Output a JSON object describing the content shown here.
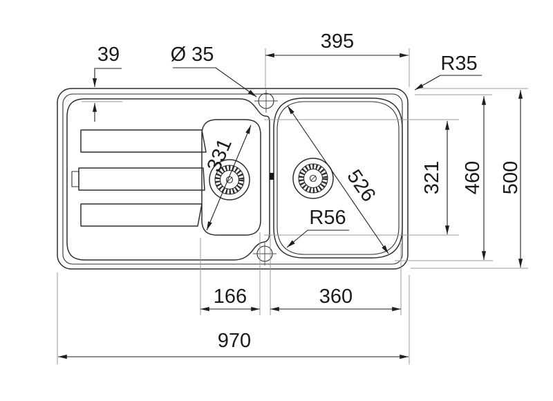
{
  "diagram": {
    "type": "technical-drawing",
    "subject": "Kitchen sink top view - 1.5 bowl sink with drainboard, dimensional drawing",
    "units": "mm",
    "dimensions": {
      "rim_inset_top": "39",
      "faucet_hole_diameter": "Ø 35",
      "hole_to_right_edge": "395",
      "outer_corner_radius": "R35",
      "small_bowl_diagonal": "331",
      "main_bowl_diagonal": "526",
      "main_bowl_corner_radius": "R56",
      "bowl_inner_length": "321",
      "inner_depth": "460",
      "overall_depth": "500",
      "small_bowl_width": "166",
      "main_bowl_width": "360",
      "overall_width": "970"
    },
    "colors": {
      "contour": "#2d2d2d",
      "dimension": "#1f1f1f",
      "extension": "#9a9a9a",
      "text": "#1a1a1a",
      "background": "#ffffff"
    }
  }
}
